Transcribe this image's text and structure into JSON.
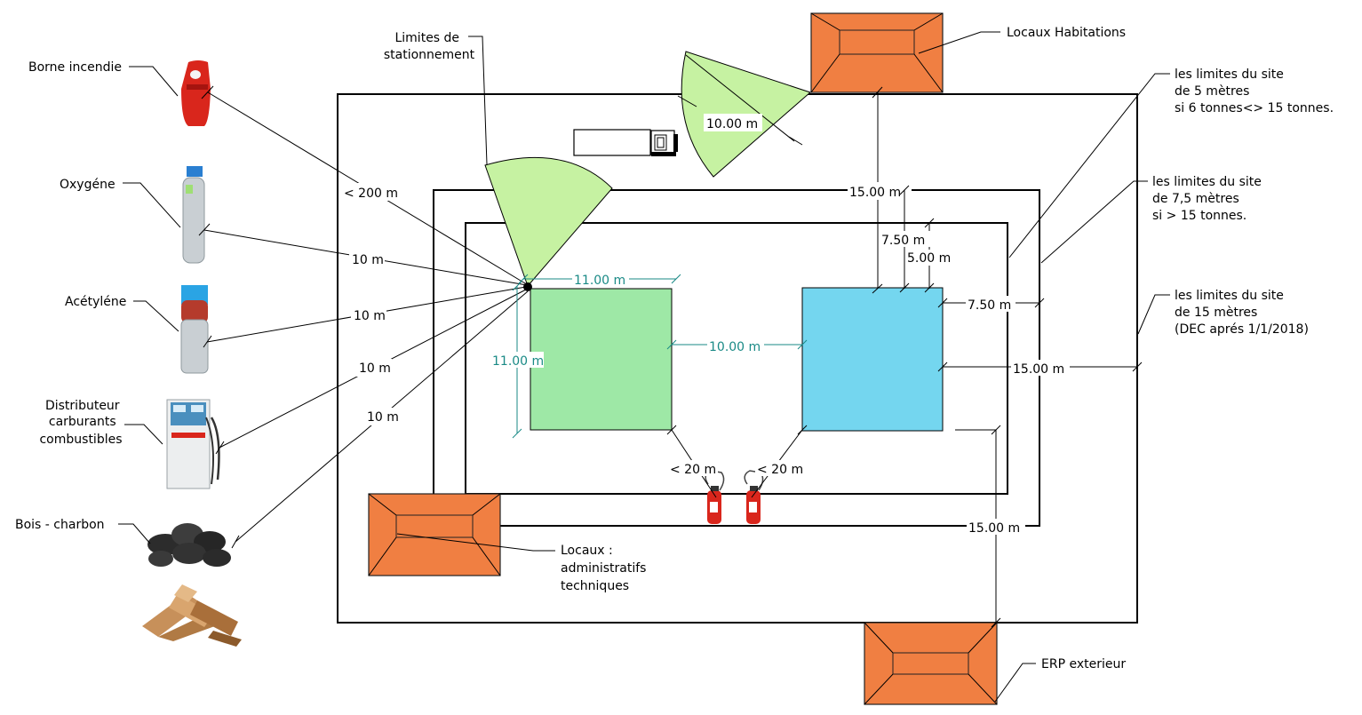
{
  "colors": {
    "roof": "#f07f42",
    "roof_stroke": "#222222",
    "storage_green": "#9ee8a6",
    "storage_blue": "#74d6ef",
    "parking_sector": "#c6f2a2",
    "dim_teal": "#1a8a86",
    "extinguisher_red": "#d9261c"
  },
  "icons": {
    "hydrant": "fire-hydrant-icon",
    "oxygen": "oxygen-cylinder-icon",
    "acetylene": "acetylene-cylinder-icon",
    "fuel_pump": "fuel-pump-icon",
    "charcoal": "charcoal-icon",
    "firewood": "firewood-icon",
    "truck": "truck-icon",
    "extinguisher": "fire-extinguisher-icon"
  },
  "legend": {
    "hydrant": "Borne incendie",
    "oxygen": "Oxygéne",
    "acetylene": "Acétyléne",
    "fuel": [
      "Distributeur",
      "carburants",
      "combustibles"
    ],
    "wood": "Bois  - charbon"
  },
  "callouts": {
    "parking": [
      "Limites de",
      "stationnement"
    ],
    "habitations": "Locaux Habitations",
    "limit_5m": [
      "les limites du site",
      "de 5 mètres",
      "si 6 tonnes<> 15 tonnes."
    ],
    "limit_7_5m": [
      "les limites du site",
      "de 7,5 mètres",
      "si > 15 tonnes."
    ],
    "limit_15m": [
      "les limites du site",
      "de 15 mètres",
      "(DEC aprés 1/1/2018)"
    ],
    "admin": [
      "Locaux :",
      "administratifs",
      "techniques"
    ],
    "erp": "ERP exterieur"
  },
  "dimensions": {
    "hydrant_dist": "< 200 m",
    "oxygen_dist": "10 m",
    "acetylene_dist": "10 m",
    "fuel_dist": "10 m",
    "wood_dist": "10 m",
    "parking_radius": "10.00 m",
    "green_width": "11.00 m",
    "green_height": "11.00 m",
    "gap_between": "10.00 m",
    "habitation_dist": "15.00 m",
    "inner_7_5_top": "7.50 m",
    "inner_5_top": "5.00 m",
    "right_7_5": "7.50 m",
    "right_15": "15.00 m",
    "erp_dist": "15.00 m",
    "ext_left": "< 20 m",
    "ext_right": "< 20 m"
  }
}
